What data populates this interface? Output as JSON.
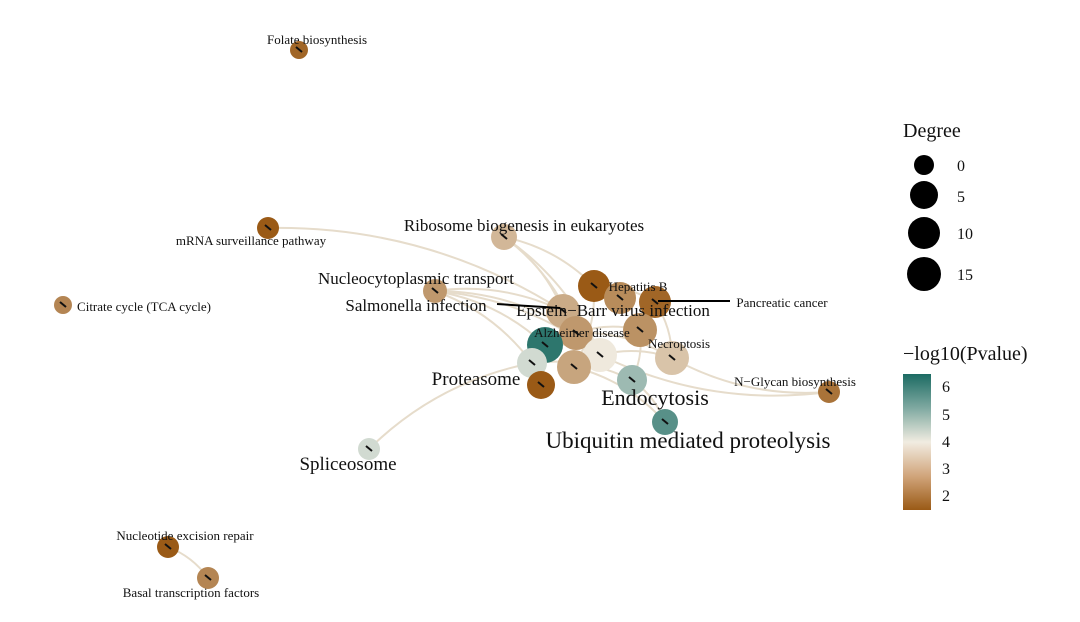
{
  "network": {
    "nodes": [
      {
        "label": "Folate biosynthesis",
        "neglog10p": 1.8
      },
      {
        "label": "mRNA surveillance pathway",
        "neglog10p": 1.6
      },
      {
        "label": "Citrate cycle (TCA cycle)",
        "neglog10p": 2.3
      },
      {
        "label": "Ribosome biogenesis in eukaryotes",
        "neglog10p": 3.1
      },
      {
        "label": "Nucleocytoplasmic transport",
        "neglog10p": 2.6
      },
      {
        "label": "Salmonella infection",
        "neglog10p": 2.9
      },
      {
        "label": "Hepatitis B",
        "neglog10p": 1.6
      },
      {
        "label": "",
        "neglog10p": 2.4
      },
      {
        "label": "Pancreatic cancer",
        "neglog10p": 1.8
      },
      {
        "label": "Epstein−Barr virus infection",
        "neglog10p": 2.6
      },
      {
        "label": "Alzheimer disease",
        "neglog10p": 2.5
      },
      {
        "label": "",
        "neglog10p": 6.3
      },
      {
        "label": "",
        "neglog10p": 3.9
      },
      {
        "label": "Necroptosis",
        "neglog10p": 3.3
      },
      {
        "label": "Proteasome",
        "neglog10p": 4.4
      },
      {
        "label": "",
        "neglog10p": 2.8
      },
      {
        "label": "",
        "neglog10p": 1.6
      },
      {
        "label": "Endocytosis",
        "neglog10p": 5.0
      },
      {
        "label": "Ubiquitin mediated proteolysis",
        "neglog10p": 5.8
      },
      {
        "label": "N−Glycan biosynthesis",
        "neglog10p": 2.0
      },
      {
        "label": "Spliceosome",
        "neglog10p": 4.4
      },
      {
        "label": "Nucleotide excision repair",
        "neglog10p": 1.6
      },
      {
        "label": "Basal transcription factors",
        "neglog10p": 2.3
      }
    ]
  },
  "legend": {
    "degree_title": "Degree",
    "degree_values": [
      "0",
      "5",
      "10",
      "15"
    ],
    "color_title": "−log10(Pvalue)",
    "color_ticks": [
      "6",
      "5",
      "4",
      "3",
      "2"
    ],
    "color_range": [
      1.6,
      6.5
    ],
    "colors": {
      "high": "#1c6b63",
      "mid": "#f3efe6",
      "low": "#9a5a16"
    }
  }
}
